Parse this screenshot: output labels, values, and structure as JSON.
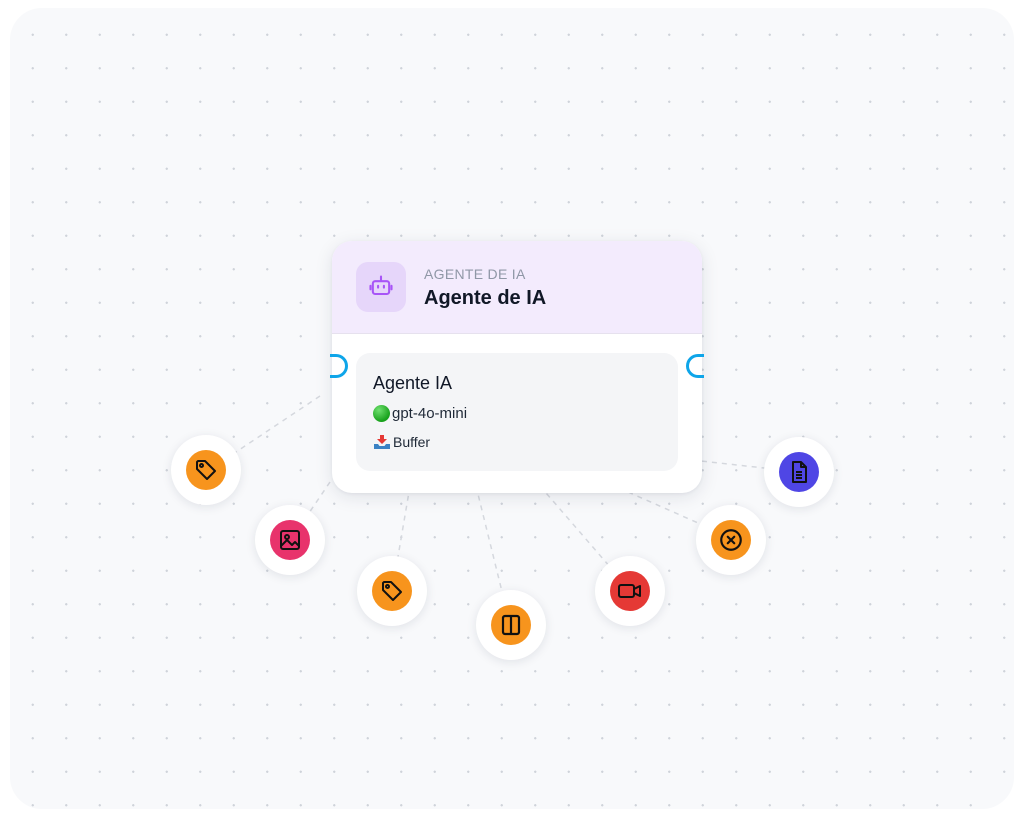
{
  "node": {
    "kind_label": "AGENTE DE IA",
    "title": "Agente de IA",
    "header_color": "#f3ebfd",
    "icon": "robot-icon",
    "agent": {
      "name": "Agente IA",
      "model": "gpt-4o-mini",
      "model_icon": "green-circle-icon",
      "memory": "Buffer",
      "memory_icon": "inbox-tray-icon"
    }
  },
  "tools": [
    {
      "name": "tag-icon",
      "color": "#f7941d"
    },
    {
      "name": "image-icon",
      "color": "#e8336c"
    },
    {
      "name": "tag-icon",
      "color": "#f7941d"
    },
    {
      "name": "columns-icon",
      "color": "#f7941d"
    },
    {
      "name": "video-camera-icon",
      "color": "#e53935"
    },
    {
      "name": "close-circle-icon",
      "color": "#f7941d"
    },
    {
      "name": "document-icon",
      "color": "#4f46e5"
    }
  ],
  "colors": {
    "handle": "#0ea5e9",
    "robot_icon": "#a855f7",
    "canvas": "#f8f9fb"
  }
}
